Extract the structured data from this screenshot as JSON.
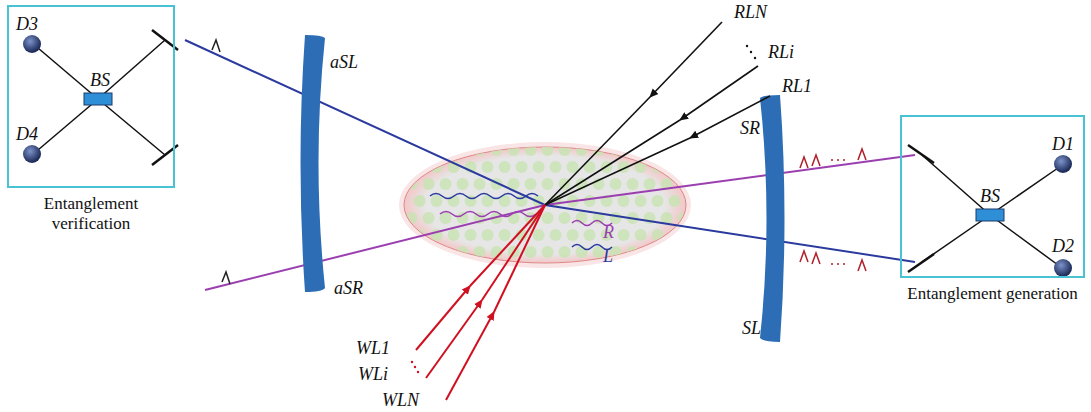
{
  "diagram": {
    "nodes": [
      {
        "text": [
          "Entanglement verification"
        ]
      },
      {
        "text": [
          "Entanglement generation"
        ]
      }
    ],
    "labels": [
      "D3",
      "D4",
      "BS",
      "aSL",
      "aSR",
      "R",
      "L",
      "SR",
      "SL",
      "RLN",
      "RLi",
      "RL1",
      "WL1",
      "WLi",
      "WLN",
      "D1",
      "D2",
      "BS"
    ]
  }
}
